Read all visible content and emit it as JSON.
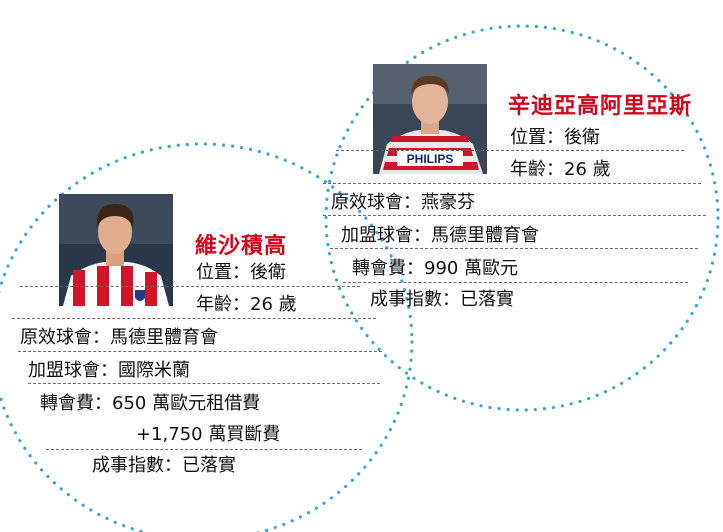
{
  "colors": {
    "accent_red": "#d4001a",
    "bubble_dots": "#3fa3d6"
  },
  "left_player": {
    "photo_icon": "player-photo-atletico",
    "name": "維沙積高",
    "position": "位置：後衛",
    "age": "年齡：26 歲",
    "from_club": "原效球會：馬德里體育會",
    "to_club": "加盟球會：國際米蘭",
    "fee_line1": "轉會費：650 萬歐元租借費",
    "fee_line2": "+1,750 萬買斷費",
    "status": "成事指數：已落實"
  },
  "right_player": {
    "photo_icon": "player-photo-psv",
    "shirt_text": "PHILIPS",
    "name": "辛迪亞高阿里亞斯",
    "position": "位置：後衛",
    "age": "年齡：26 歲",
    "from_club": "原效球會：燕豪芬",
    "to_club": "加盟球會：馬德里體育會",
    "fee": "轉會費：990 萬歐元",
    "status": "成事指數：已落實"
  }
}
